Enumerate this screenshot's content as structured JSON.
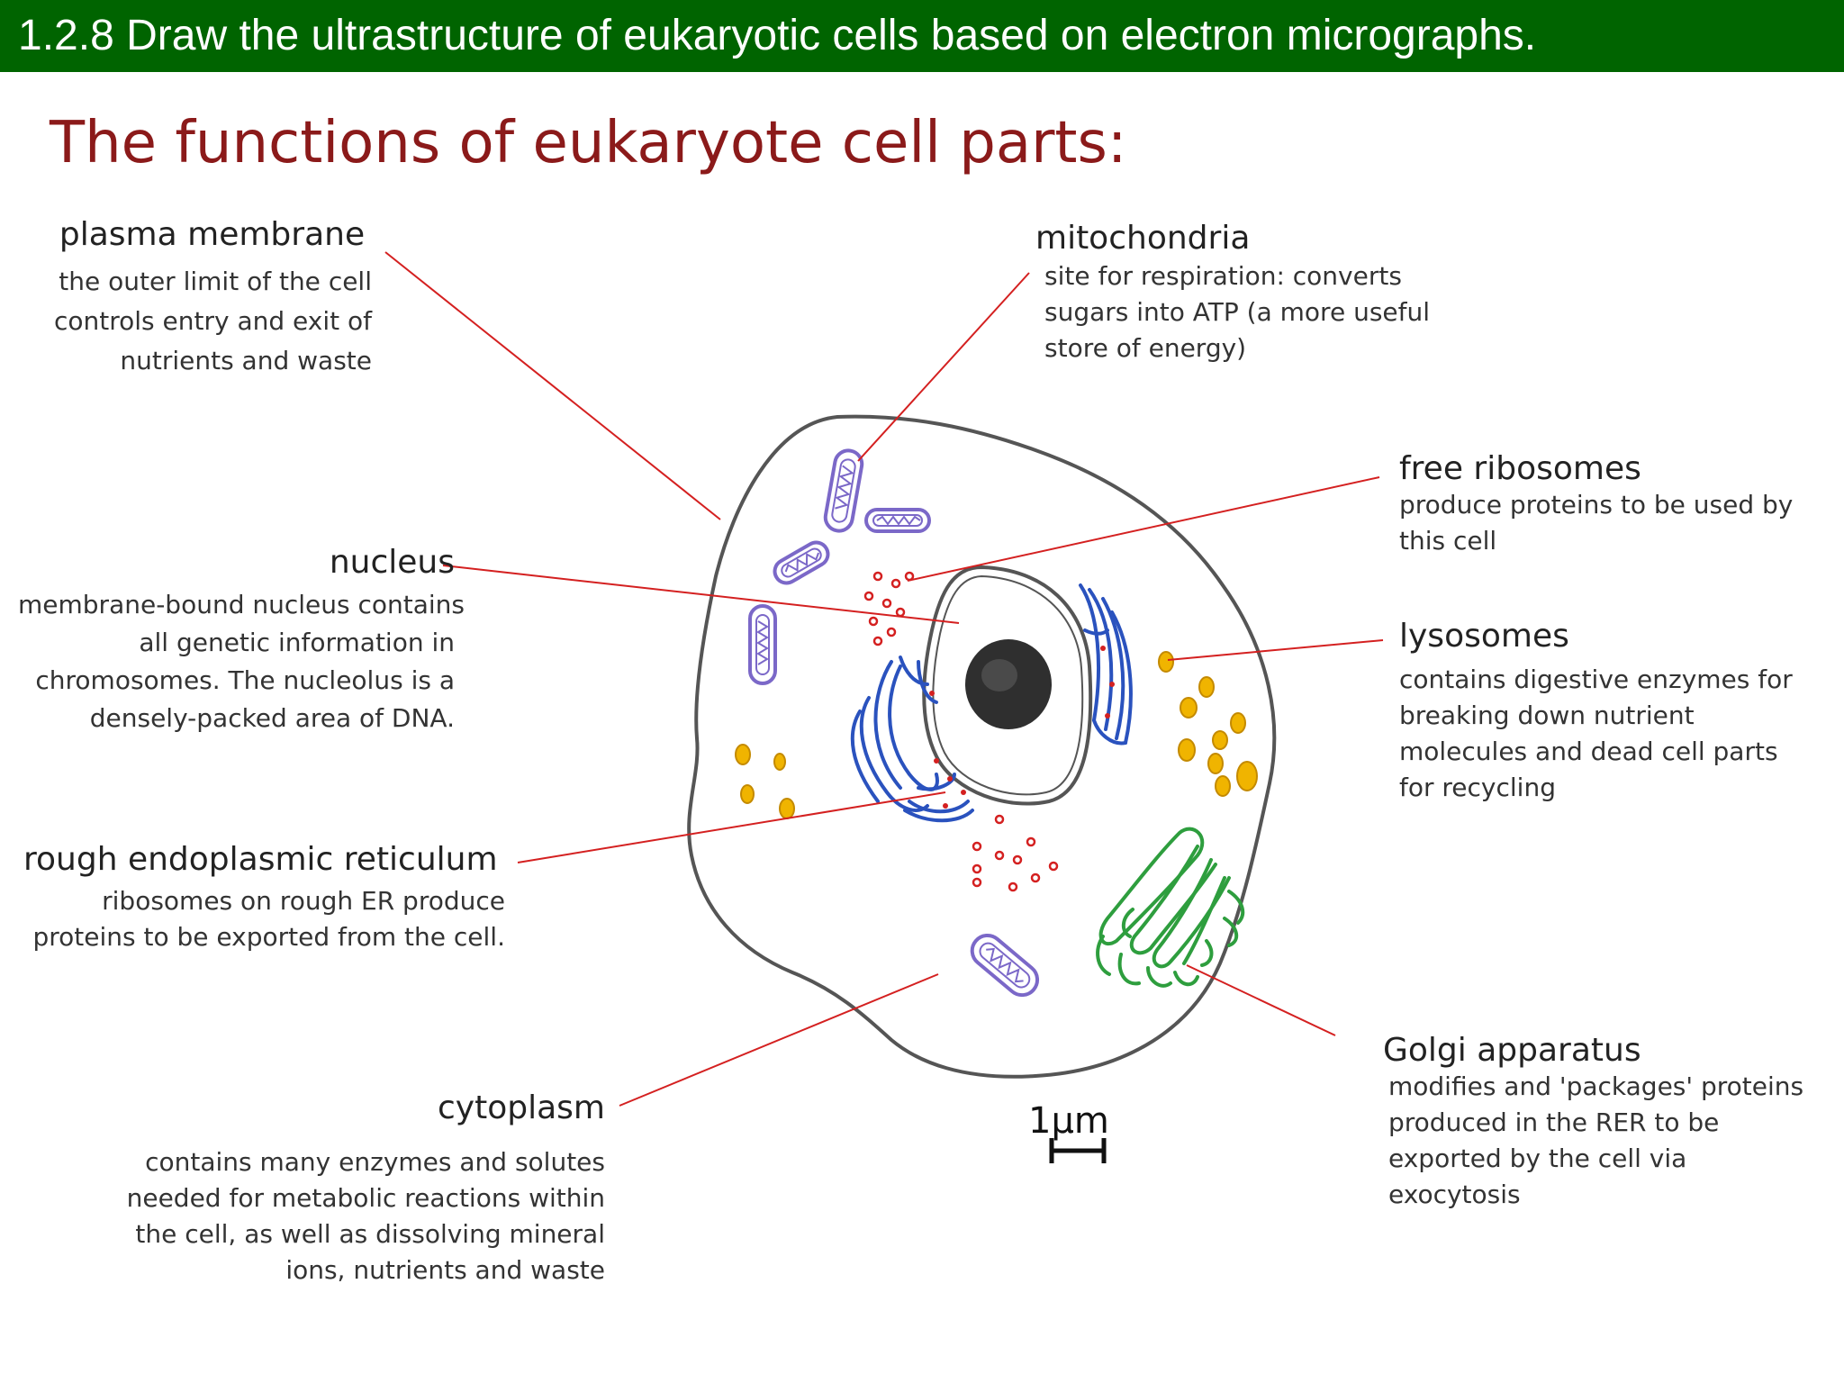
{
  "header": {
    "text": "1.2.8 Draw the ultrastructure of eukaryotic cells based on electron micrographs."
  },
  "title": "The functions of eukaryote cell parts:",
  "labels": {
    "plasma_membrane": {
      "name": "plasma membrane",
      "desc": [
        "the outer limit of the cell",
        "controls entry and exit of",
        "nutrients and waste"
      ]
    },
    "nucleus": {
      "name": "nucleus",
      "desc": [
        "membrane-bound nucleus contains",
        "all genetic information in",
        "chromosomes. The nucleolus is a",
        "densely-packed area of DNA."
      ]
    },
    "rough_er": {
      "name": "rough endoplasmic reticulum",
      "desc": [
        "ribosomes on rough ER produce",
        "proteins to be exported from the cell."
      ]
    },
    "cytoplasm": {
      "name": "cytoplasm",
      "desc": [
        "contains many enzymes and solutes",
        "needed for metabolic reactions within",
        "the cell, as well as dissolving mineral",
        "ions, nutrients and waste"
      ]
    },
    "mitochondria": {
      "name": "mitochondria",
      "desc": [
        "site for respiration: converts",
        "sugars into ATP (a more useful",
        "store of energy)"
      ]
    },
    "free_ribosomes": {
      "name": "free ribosomes",
      "desc": [
        "produce proteins to be used by",
        "this cell"
      ]
    },
    "lysosomes": {
      "name": "lysosomes",
      "desc": [
        "contains digestive enzymes for",
        "breaking down nutrient",
        "molecules and dead cell parts",
        "for recycling"
      ]
    },
    "golgi": {
      "name": "Golgi apparatus",
      "desc": [
        "modifies and 'packages' proteins",
        "produced in the RER to be",
        "exported by the cell via",
        "exocytosis"
      ]
    }
  },
  "scale": "1µm",
  "colors": {
    "header": "#006400",
    "title": "#8b1a1a",
    "leader": "#d42020",
    "membrane": "#555555",
    "mitochondria": "#7b68c8",
    "er": "#2a52be",
    "golgi": "#2e9e3e",
    "lysosome": "#f0b400",
    "ribosome": "#d42020"
  }
}
